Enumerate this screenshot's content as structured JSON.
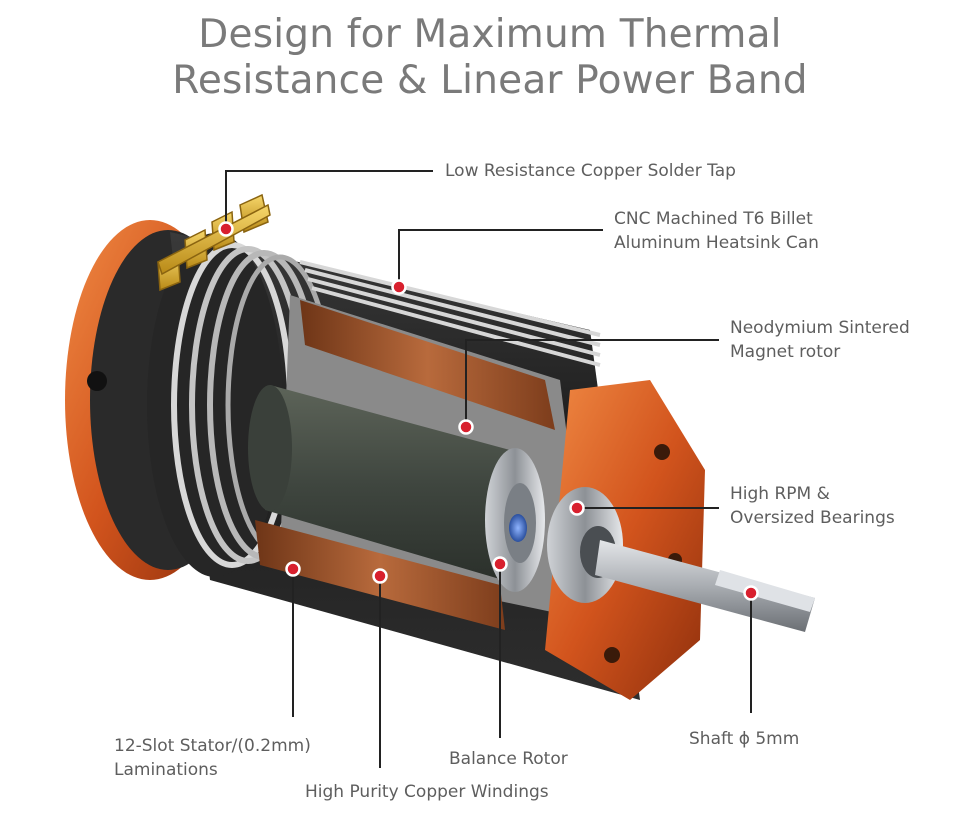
{
  "title": {
    "line1": "Design for Maximum Thermal",
    "line2": "Resistance & Linear Power Band"
  },
  "callouts": {
    "solder_tap": "Low Resistance Copper Solder Tap",
    "heatsink_line1": "CNC Machined T6 Billet",
    "heatsink_line2": "Aluminum Heatsink Can",
    "magnet_line1": "Neodymium Sintered",
    "magnet_line2": "Magnet rotor",
    "bearings_line1": "High RPM &",
    "bearings_line2": "Oversized Bearings",
    "shaft": "Shaft ϕ 5mm",
    "stator_line1": "12-Slot Stator/(0.2mm)",
    "stator_line2": "Laminations",
    "balance_rotor": "Balance Rotor",
    "windings": "High Purity Copper Windings"
  },
  "colors": {
    "title_text": "#7a7a7a",
    "label_text": "#5e5e5e",
    "leader_line": "#222222",
    "marker_fill": "#d8202e",
    "marker_ring": "#ffffff",
    "housing_dark": "#2b2b2b",
    "copper": "#9a5130",
    "orange_cap": "#d2541d",
    "gold_tabs": "#e0b52e",
    "rotor_core": "#4a5048",
    "shaft_steel": "#b9bdc2",
    "bearing_blue": "#3d6fc9"
  }
}
